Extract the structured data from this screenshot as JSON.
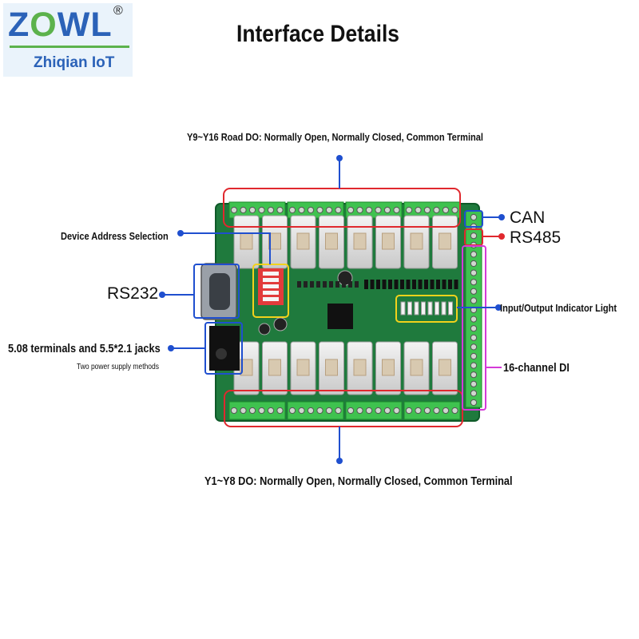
{
  "logo": {
    "brand_left": "Z",
    "brand_o": "O",
    "brand_right": "WL",
    "registered": "®",
    "subtitle": "Zhiqian IoT"
  },
  "title": "Interface Details",
  "labels": {
    "top_do": "Y9~Y16 Road DO: Normally Open, Normally Closed, Common Terminal",
    "address": "Device Address Selection",
    "rs232": "RS232",
    "power": "5.08 terminals and 5.5*2.1 jacks",
    "power_sub": "Two power supply methods",
    "can": "CAN",
    "rs485": "RS485",
    "indicator": "Input/Output Indicator Light",
    "di": "16-channel DI",
    "bottom_do": "Y1~Y8 DO: Normally Open, Normally Closed, Common Terminal"
  },
  "colors": {
    "blue": "#1f4fcf",
    "red": "#e0282e",
    "yellow": "#f2d21b",
    "magenta": "#d43ad8",
    "pcb": "#1f7a3d",
    "terminal": "#3fc24f"
  }
}
